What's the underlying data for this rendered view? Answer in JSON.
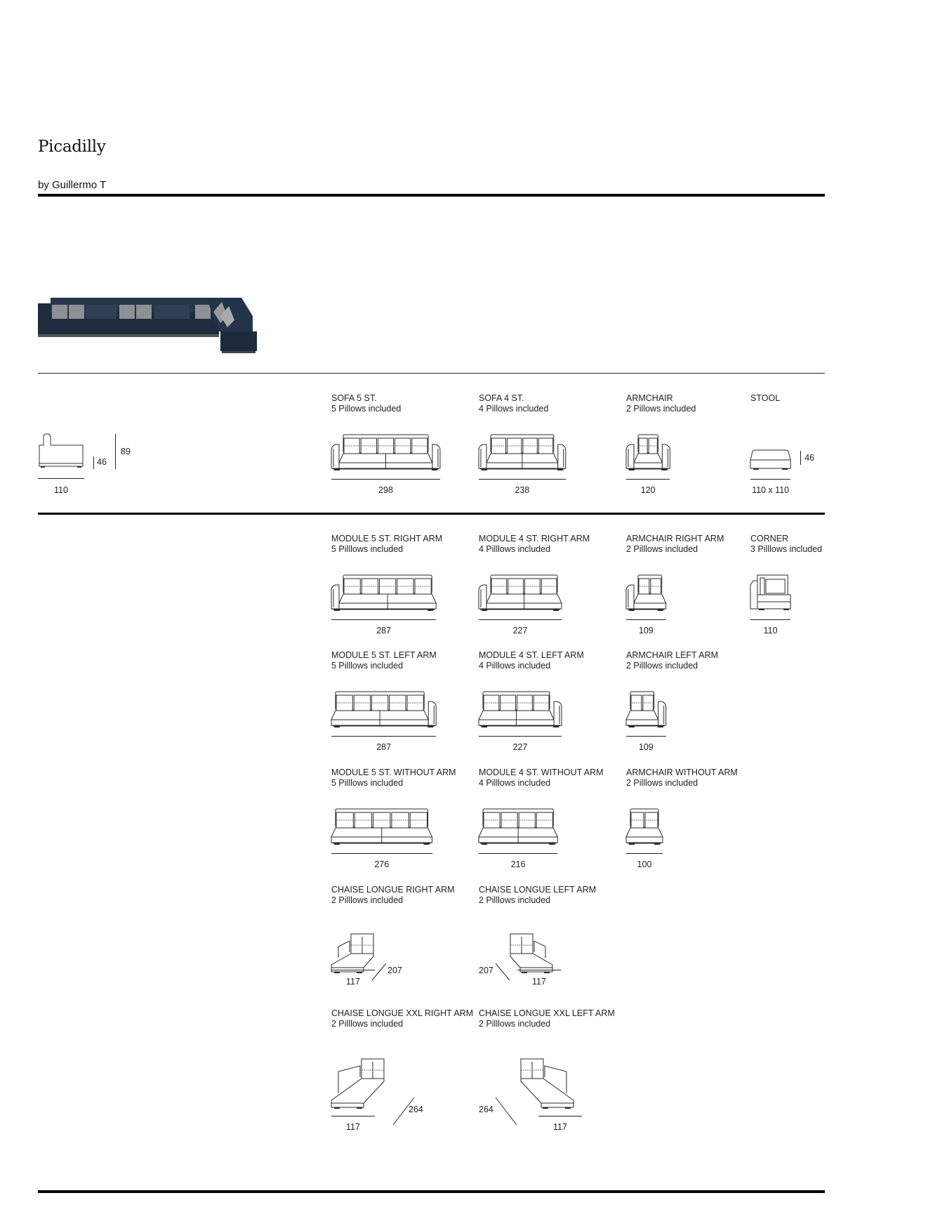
{
  "header": {
    "title": "Picadilly",
    "byline": "by Guillermo T"
  },
  "profile": {
    "depth": "110",
    "seat_height": "46",
    "total_height": "89"
  },
  "products": [
    {
      "name": "SOFA 5 ST.",
      "pillows": "5 Pillows included",
      "dim": "298",
      "row": 0,
      "col": 0,
      "kind": "sofa",
      "arms": "both",
      "seats": 2,
      "pillow_count": 5,
      "w": 298
    },
    {
      "name": "SOFA 4 ST.",
      "pillows": "4 Pillows included",
      "dim": "238",
      "row": 0,
      "col": 1,
      "kind": "sofa",
      "arms": "both",
      "seats": 2,
      "pillow_count": 4,
      "w": 238
    },
    {
      "name": "ARMCHAIR",
      "pillows": "2 Pillows included",
      "dim": "120",
      "row": 0,
      "col": 2,
      "kind": "sofa",
      "arms": "both",
      "seats": 1,
      "pillow_count": 2,
      "w": 120
    },
    {
      "name": "STOOL",
      "pillows": "",
      "dim": "110 x 110",
      "height_dim": "46",
      "row": 0,
      "col": 3,
      "kind": "stool",
      "w": 110
    },
    {
      "name": "MODULE 5 ST. RIGHT ARM",
      "pillows": "5 Pilllows included",
      "dim": "287",
      "row": 1,
      "col": 0,
      "kind": "sofa",
      "arms": "left",
      "seats": 2,
      "pillow_count": 5,
      "w": 287
    },
    {
      "name": "MODULE 4 ST. RIGHT ARM",
      "pillows": "4 Pilllows included",
      "dim": "227",
      "row": 1,
      "col": 1,
      "kind": "sofa",
      "arms": "left",
      "seats": 2,
      "pillow_count": 4,
      "w": 227
    },
    {
      "name": "ARMCHAIR RIGHT ARM",
      "pillows": "2 Pilllows included",
      "dim": "109",
      "row": 1,
      "col": 2,
      "kind": "sofa",
      "arms": "left",
      "seats": 1,
      "pillow_count": 2,
      "w": 109
    },
    {
      "name": "CORNER",
      "pillows": "3 Pilllows included",
      "dim": "110",
      "row": 1,
      "col": 3,
      "kind": "corner",
      "w": 110
    },
    {
      "name": "MODULE 5 ST. LEFT ARM",
      "pillows": "5 Pilllows included",
      "dim": "287",
      "row": 2,
      "col": 0,
      "kind": "sofa",
      "arms": "right",
      "seats": 2,
      "pillow_count": 5,
      "w": 287
    },
    {
      "name": "MODULE 4 ST. LEFT ARM",
      "pillows": "4 Pilllows included",
      "dim": "227",
      "row": 2,
      "col": 1,
      "kind": "sofa",
      "arms": "right",
      "seats": 2,
      "pillow_count": 4,
      "w": 227
    },
    {
      "name": "ARMCHAIR LEFT ARM",
      "pillows": "2 Pilllows included",
      "dim": "109",
      "row": 2,
      "col": 2,
      "kind": "sofa",
      "arms": "right",
      "seats": 1,
      "pillow_count": 2,
      "w": 109
    },
    {
      "name": "MODULE 5 ST. WITHOUT ARM",
      "pillows": "5 Pilllows included",
      "dim": "276",
      "row": 3,
      "col": 0,
      "kind": "sofa",
      "arms": "none",
      "seats": 2,
      "pillow_count": 5,
      "w": 276
    },
    {
      "name": "MODULE 4 ST. WITHOUT ARM",
      "pillows": "4 Pilllows included",
      "dim": "216",
      "row": 3,
      "col": 1,
      "kind": "sofa",
      "arms": "none",
      "seats": 2,
      "pillow_count": 4,
      "w": 216
    },
    {
      "name": "ARMCHAIR WITHOUT ARM",
      "pillows": "2 Pilllows included",
      "dim": "100",
      "row": 3,
      "col": 2,
      "kind": "sofa",
      "arms": "none",
      "seats": 1,
      "pillow_count": 2,
      "w": 100
    },
    {
      "name": "CHAISE LONGUE RIGHT ARM",
      "pillows": "2 Pilllows included",
      "dim": "117",
      "depth_dim": "207",
      "row": 4,
      "col": 0,
      "kind": "chaise",
      "side": "right",
      "xxl": false,
      "w": 117
    },
    {
      "name": "CHAISE LONGUE LEFT ARM",
      "pillows": "2 Pilllows included",
      "dim": "117",
      "depth_dim": "207",
      "row": 4,
      "col": 1,
      "kind": "chaise",
      "side": "left",
      "xxl": false,
      "w": 117
    },
    {
      "name": "CHAISE LONGUE XXL RIGHT ARM",
      "pillows": "2 Pilllows included",
      "dim": "117",
      "depth_dim": "264",
      "row": 5,
      "col": 0,
      "kind": "chaise",
      "side": "right",
      "xxl": true,
      "w": 117
    },
    {
      "name": "CHAISE LONGUE XXL LEFT ARM",
      "pillows": "2 Pilllows included",
      "dim": "117",
      "depth_dim": "264",
      "row": 5,
      "col": 1,
      "kind": "chaise",
      "side": "left",
      "xxl": true,
      "w": 117
    }
  ]
}
